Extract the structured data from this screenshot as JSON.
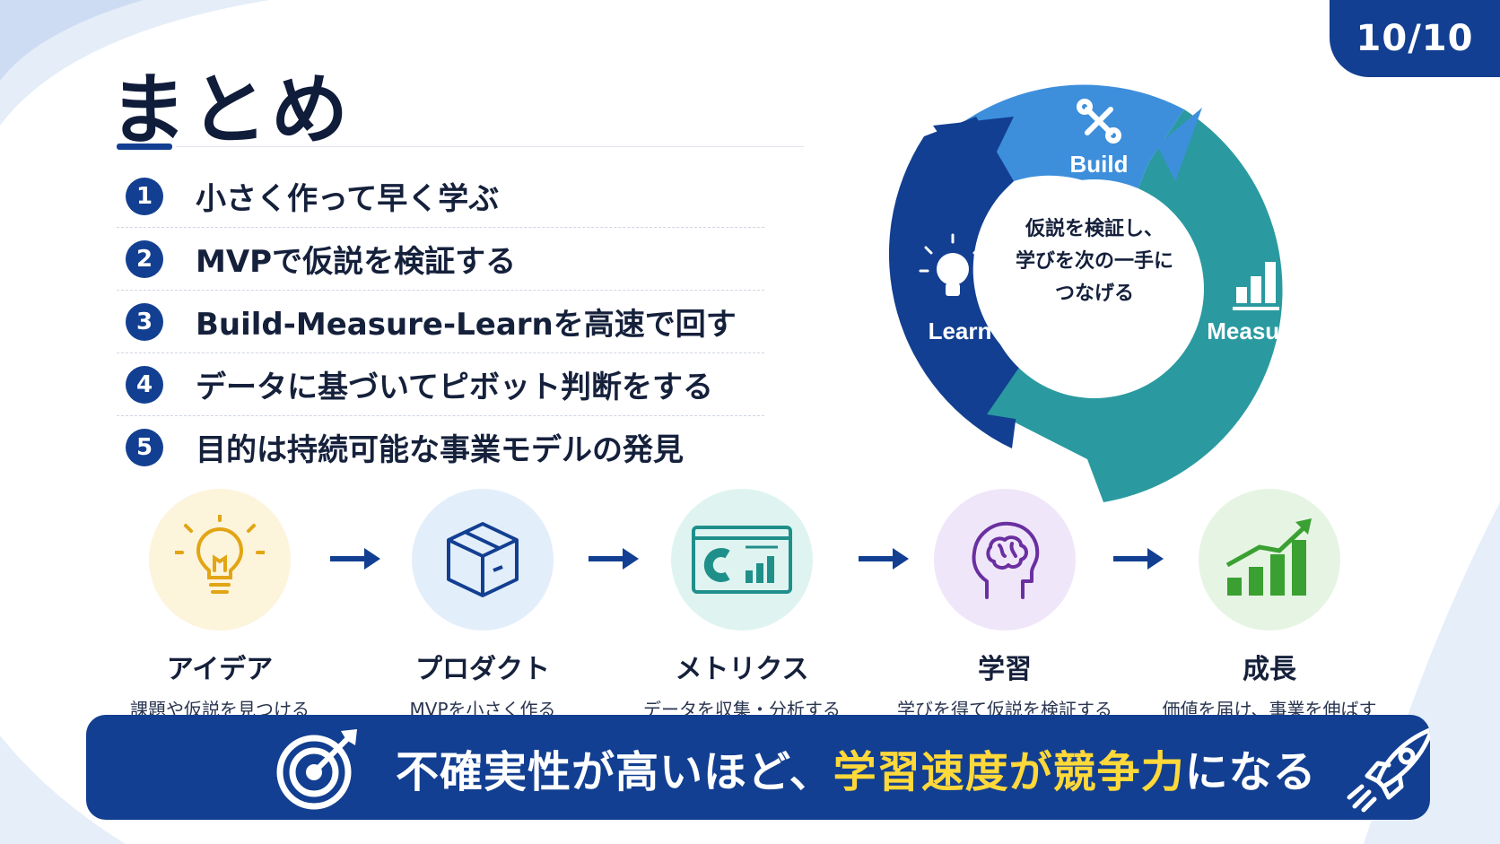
{
  "page_counter": "10/10",
  "title": "まとめ",
  "points": [
    {
      "num": "1",
      "text": "小さく作って早く学ぶ"
    },
    {
      "num": "2",
      "text": "MVPで仮説を検証する"
    },
    {
      "num": "3",
      "text": "Build-Measure-Learnを高速で回す"
    },
    {
      "num": "4",
      "text": "データに基づいてピボット判断をする"
    },
    {
      "num": "5",
      "text": "目的は持続可能な事業モデルの発見"
    }
  ],
  "cycle": {
    "build": "Build",
    "measure": "Measure",
    "learn": "Learn",
    "center_lines": [
      "仮説を検証し、",
      "学びを次の一手に",
      "つなげる"
    ],
    "colors": {
      "build": "#3d8fdc",
      "measure": "#2a9aa0",
      "learn": "#123f91"
    }
  },
  "flow": [
    {
      "title": "アイデア",
      "desc": "課題や仮説を見つける",
      "icon": "lightbulb-icon",
      "bg": "#fdf4dc"
    },
    {
      "title": "プロダクト",
      "desc": "MVPを小さく作る",
      "icon": "box-icon",
      "bg": "#e3eefb"
    },
    {
      "title": "メトリクス",
      "desc": "データを収集・分析する",
      "icon": "dashboard-icon",
      "bg": "#dff4f0"
    },
    {
      "title": "学習",
      "desc": "学びを得て仮説を検証する",
      "icon": "brain-icon",
      "bg": "#efe6fa"
    },
    {
      "title": "成長",
      "desc": "価値を届け、事業を伸ばす",
      "icon": "growth-chart-icon",
      "bg": "#e6f5e3"
    }
  ],
  "banner": {
    "text_before": "不確実性が高いほど、",
    "highlight": "学習速度が競争力",
    "text_after": "になる"
  }
}
